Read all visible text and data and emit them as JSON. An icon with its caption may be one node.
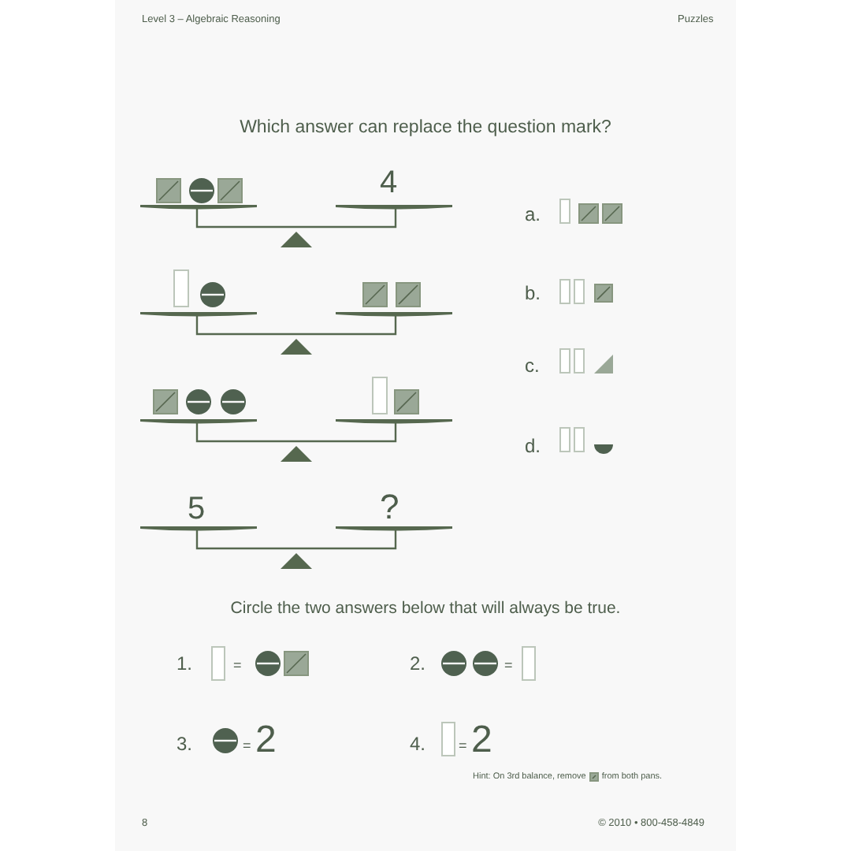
{
  "diagram": {
    "title": "Which answer can replace the question mark?",
    "labels": [
      "Level 3 – Algebraic Reasoning",
      "Puzzles",
      "4",
      "5",
      "?",
      "a.",
      "b.",
      "c.",
      "d.",
      "Circle the two answers below that will always be true.",
      "1.",
      "=",
      "2.",
      "=",
      "3.",
      "=",
      "2",
      "4.",
      "=",
      "2",
      "Hint: On 3rd balance, remove",
      "from both pans.",
      "8",
      "© 2010 • 800-458-4849"
    ]
  }
}
